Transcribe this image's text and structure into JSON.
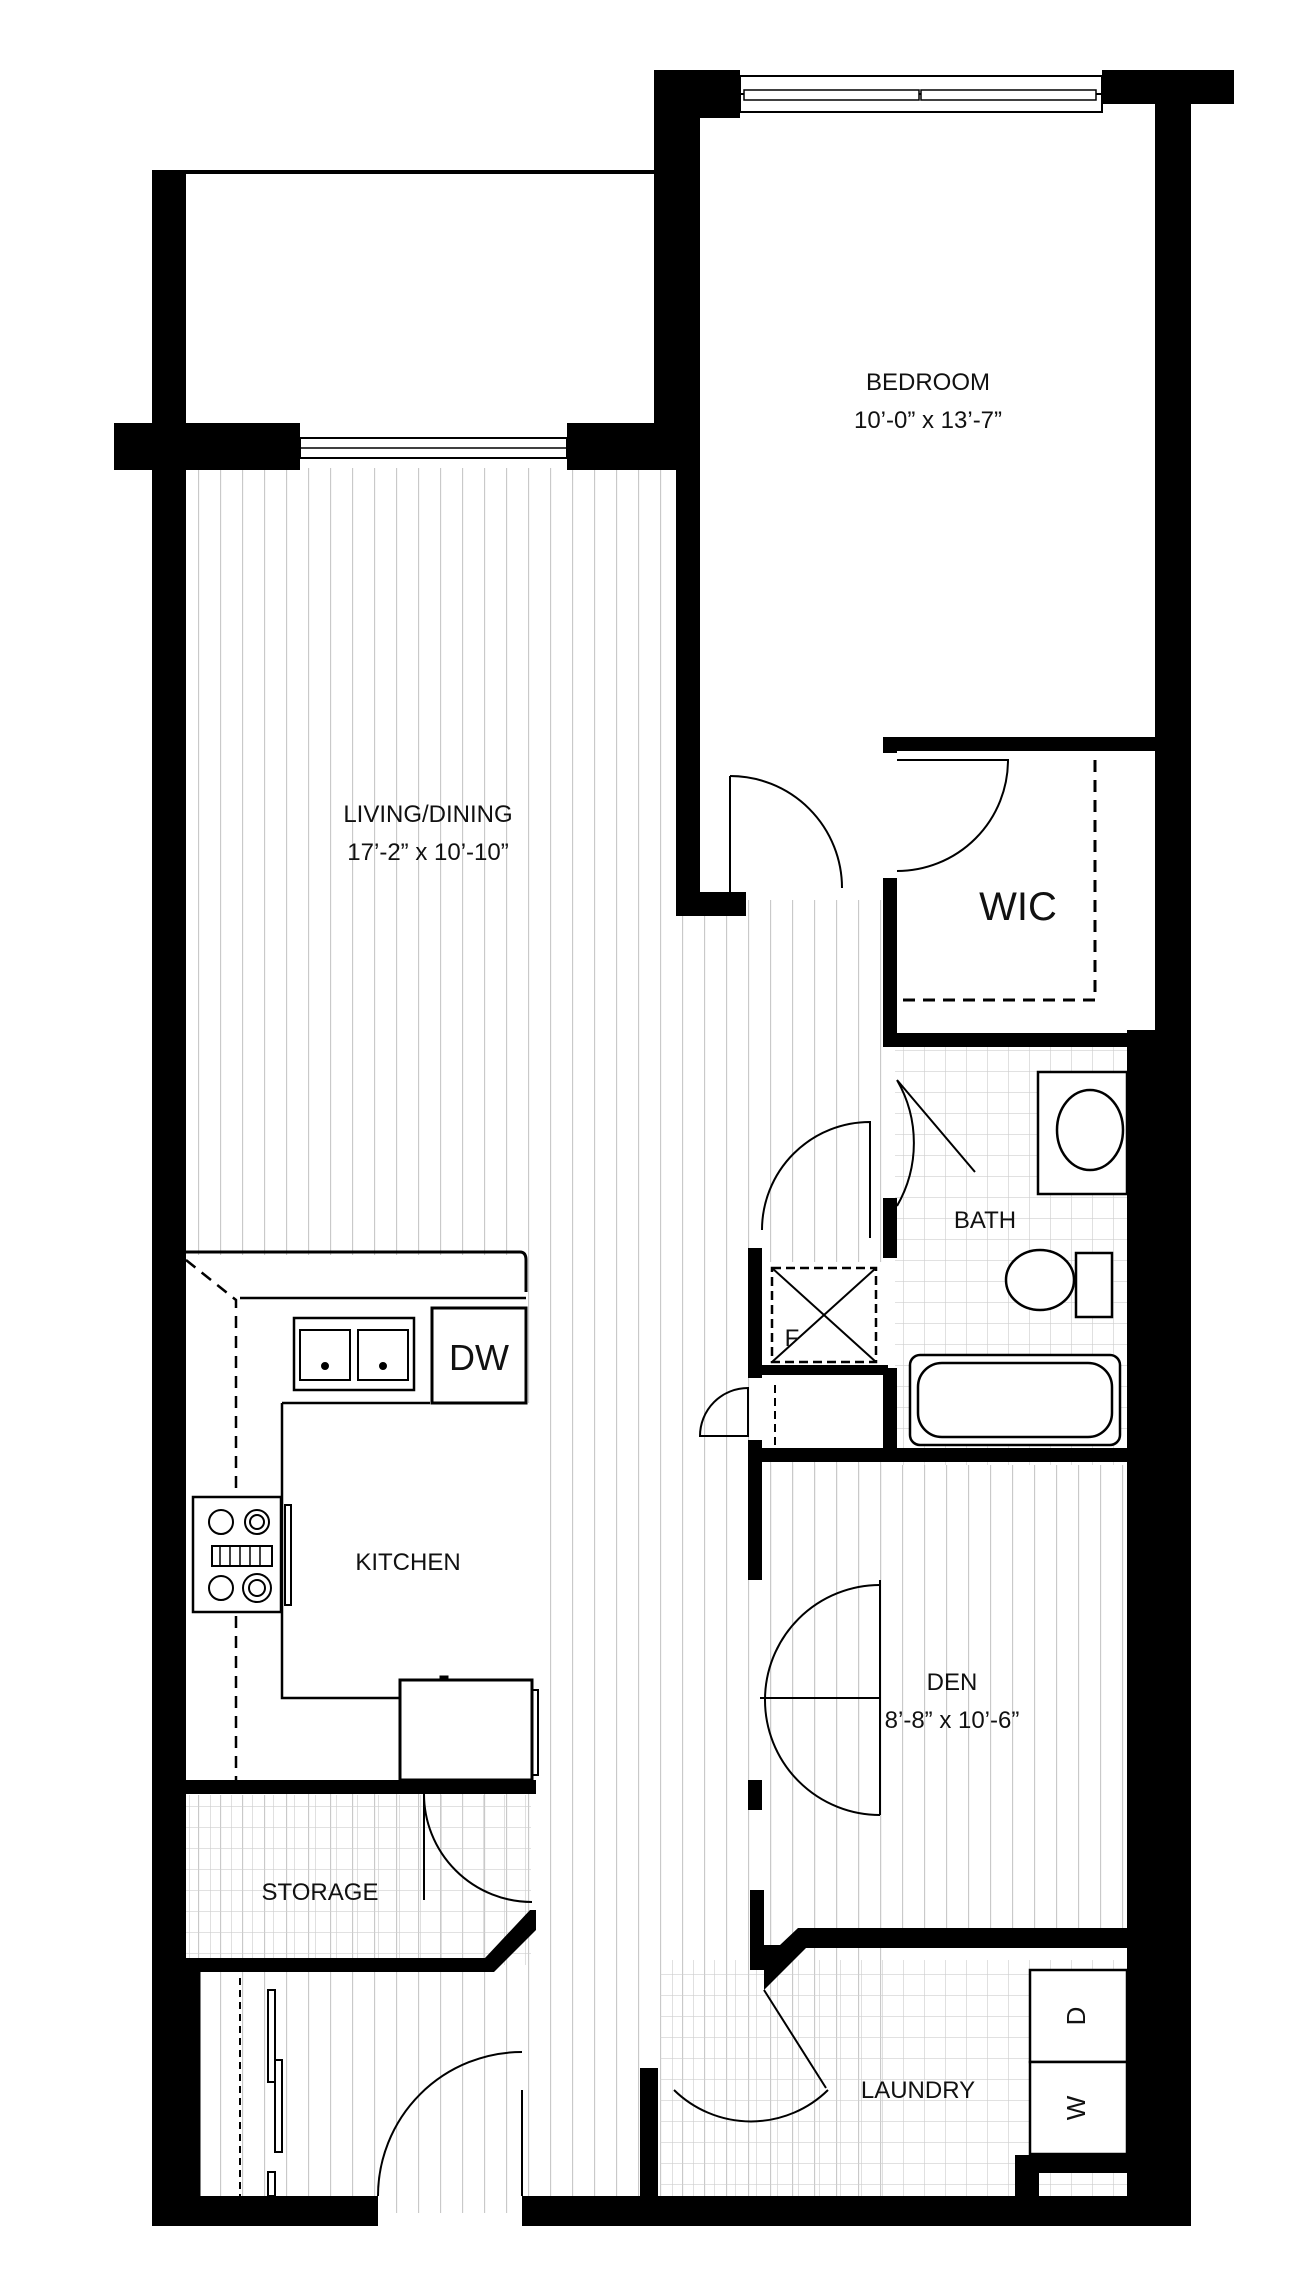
{
  "rooms": {
    "bedroom": {
      "name": "BEDROOM",
      "size": "10’-0” x 13’-7”"
    },
    "living": {
      "name": "LIVING/DINING",
      "size": "17’-2” x 10’-10”"
    },
    "wic": {
      "name": "WIC"
    },
    "bath": {
      "name": "BATH"
    },
    "kitchen": {
      "name": "KITCHEN"
    },
    "den": {
      "name": "DEN",
      "size": "8’-8” x 10’-6”"
    },
    "storage": {
      "name": "STORAGE"
    },
    "laundry": {
      "name": "LAUNDRY"
    }
  },
  "fixtures": {
    "dishwasher": "DW",
    "fridge_closet": "F",
    "dryer": "D",
    "washer": "W"
  }
}
